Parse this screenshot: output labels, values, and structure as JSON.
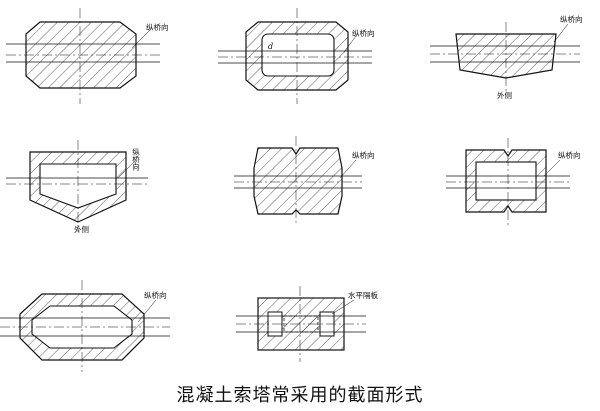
{
  "figure": {
    "caption": "混凝土索塔常采用的截面形式",
    "labels": {
      "longitudinal": "纵桥向",
      "outer_side": "外侧",
      "horizontal_diaphragm": "水平隔板",
      "d_symbol": "d"
    },
    "sections": [
      {
        "id": "solid-rounded-rect",
        "label": "纵桥向"
      },
      {
        "id": "hollow-chamfered-rect",
        "label": "纵桥向",
        "symbol": "d"
      },
      {
        "id": "solid-tapered",
        "label": "纵桥向",
        "side_label": "外侧"
      },
      {
        "id": "hollow-pointed-bottom",
        "label": "纵桥向",
        "side_label": "外侧"
      },
      {
        "id": "solid-notched",
        "label": "纵桥向"
      },
      {
        "id": "hollow-notched",
        "label": "纵桥向"
      },
      {
        "id": "hollow-octagon",
        "label": "纵桥向"
      },
      {
        "id": "diaphragm-section",
        "label": "水平隔板"
      }
    ]
  }
}
